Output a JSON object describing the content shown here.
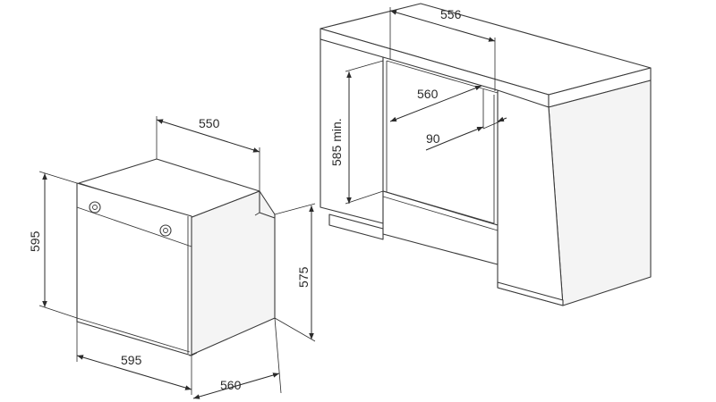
{
  "oven": {
    "depth_label": "550",
    "height_label": "595",
    "width_label": "595",
    "body_height_label": "575",
    "body_depth_label": "560"
  },
  "cabinet": {
    "width_label": "556",
    "depth_label": "560",
    "gap_label": "90",
    "min_height_label": "585 min."
  }
}
